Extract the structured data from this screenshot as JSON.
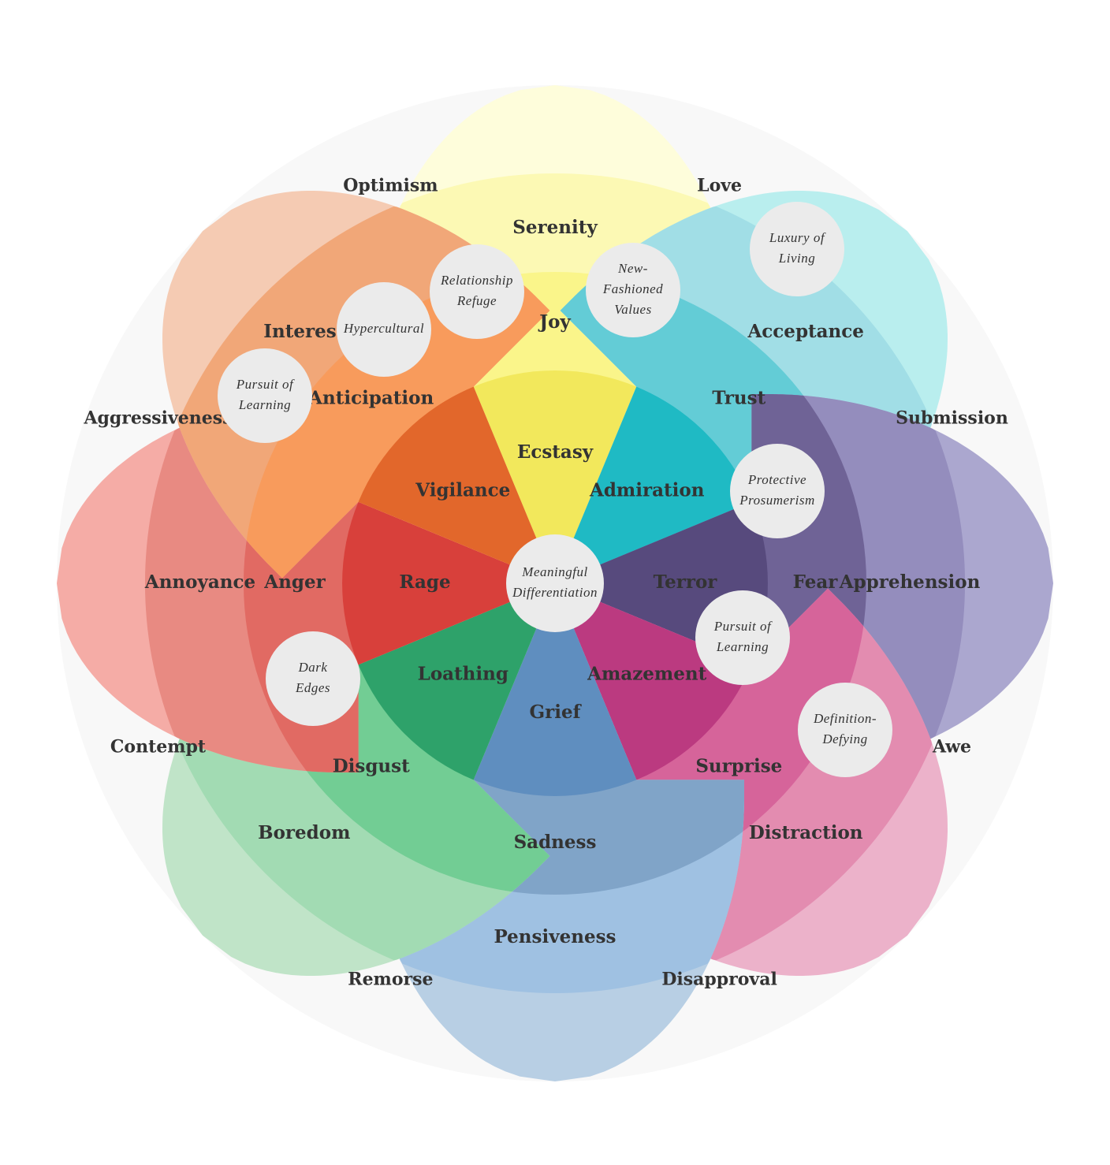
{
  "center": {
    "lines": [
      "Meaningful",
      "Differentiation"
    ]
  },
  "petals": [
    {
      "key": "joy",
      "angle": 0,
      "colors": [
        "#f2e85c",
        "#faf58a",
        "#fcf9b4",
        "#fefddb"
      ],
      "labels": [
        "Ecstasy",
        "Joy",
        "Serenity",
        ""
      ]
    },
    {
      "key": "trust",
      "angle": 45,
      "colors": [
        "#1fbac4",
        "#63ccd6",
        "#a1dee6",
        "#b9eeee"
      ],
      "labels": [
        "Admiration",
        "Trust",
        "Acceptance",
        ""
      ]
    },
    {
      "key": "fear",
      "angle": 90,
      "colors": [
        "#574a7d",
        "#6f6396",
        "#948dbd",
        "#aba7cf"
      ],
      "labels": [
        "Terror",
        "Fear",
        "Apprehension",
        ""
      ]
    },
    {
      "key": "surprise",
      "angle": 135,
      "colors": [
        "#bb3a80",
        "#d6649a",
        "#e38cb0",
        "#ecb2ca"
      ],
      "labels": [
        "Amazement",
        "Surprise",
        "Distraction",
        ""
      ]
    },
    {
      "key": "sadness",
      "angle": 180,
      "colors": [
        "#5f8ebf",
        "#80a4c8",
        "#9fc1e2",
        "#b8cfe4"
      ],
      "labels": [
        "Grief",
        "Sadness",
        "Pensiveness",
        ""
      ]
    },
    {
      "key": "disgust",
      "angle": 225,
      "colors": [
        "#2ea26a",
        "#72cd94",
        "#a2dbb3",
        "#c0e4c8"
      ],
      "labels": [
        "Loathing",
        "Disgust",
        "Boredom",
        ""
      ]
    },
    {
      "key": "anger",
      "angle": 270,
      "colors": [
        "#d8403b",
        "#e16a63",
        "#e88a82",
        "#f5aca6"
      ],
      "labels": [
        "Rage",
        "Anger",
        "Annoyance",
        ""
      ]
    },
    {
      "key": "anticipation",
      "angle": 315,
      "colors": [
        "#e2672b",
        "#f89b5c",
        "#f1a778",
        "#f5cbb3"
      ],
      "labels": [
        "Vigilance",
        "Anticipation",
        "Interest",
        ""
      ]
    }
  ],
  "dyads": [
    {
      "text": "Love",
      "angle": 22.5
    },
    {
      "text": "Submission",
      "angle": 67.5
    },
    {
      "text": "Awe",
      "angle": 112.5
    },
    {
      "text": "Disapproval",
      "angle": 157.5
    },
    {
      "text": "Remorse",
      "angle": 202.5
    },
    {
      "text": "Contempt",
      "angle": 247.5
    },
    {
      "text": "Aggressiveness",
      "angle": 292.5
    },
    {
      "text": "Optimism",
      "angle": 337.5
    }
  ],
  "bubbles": [
    {
      "key": "relationship-refuge",
      "lines": [
        "Relationship",
        "Refuge"
      ]
    },
    {
      "key": "new-fashioned-values",
      "lines": [
        "New-",
        "Fashioned",
        "Values"
      ]
    },
    {
      "key": "luxury-of-living",
      "lines": [
        "Luxury of",
        "Living"
      ]
    },
    {
      "key": "hypercultural",
      "lines": [
        "Hypercultural"
      ]
    },
    {
      "key": "pursuit-of-learning-1",
      "lines": [
        "Pursuit of",
        "Learning"
      ]
    },
    {
      "key": "protective-prosumerism",
      "lines": [
        "Protective",
        "Prosumerism"
      ]
    },
    {
      "key": "pursuit-of-learning-2",
      "lines": [
        "Pursuit of",
        "Learning"
      ]
    },
    {
      "key": "dark-edges",
      "lines": [
        "Dark",
        "Edges"
      ]
    },
    {
      "key": "definition-defying",
      "lines": [
        "Definition-",
        "Defying"
      ]
    }
  ],
  "colors": {
    "background_disc": "#f8f8f8",
    "bubble_fill": "#ebebeb",
    "text": "#333333"
  }
}
